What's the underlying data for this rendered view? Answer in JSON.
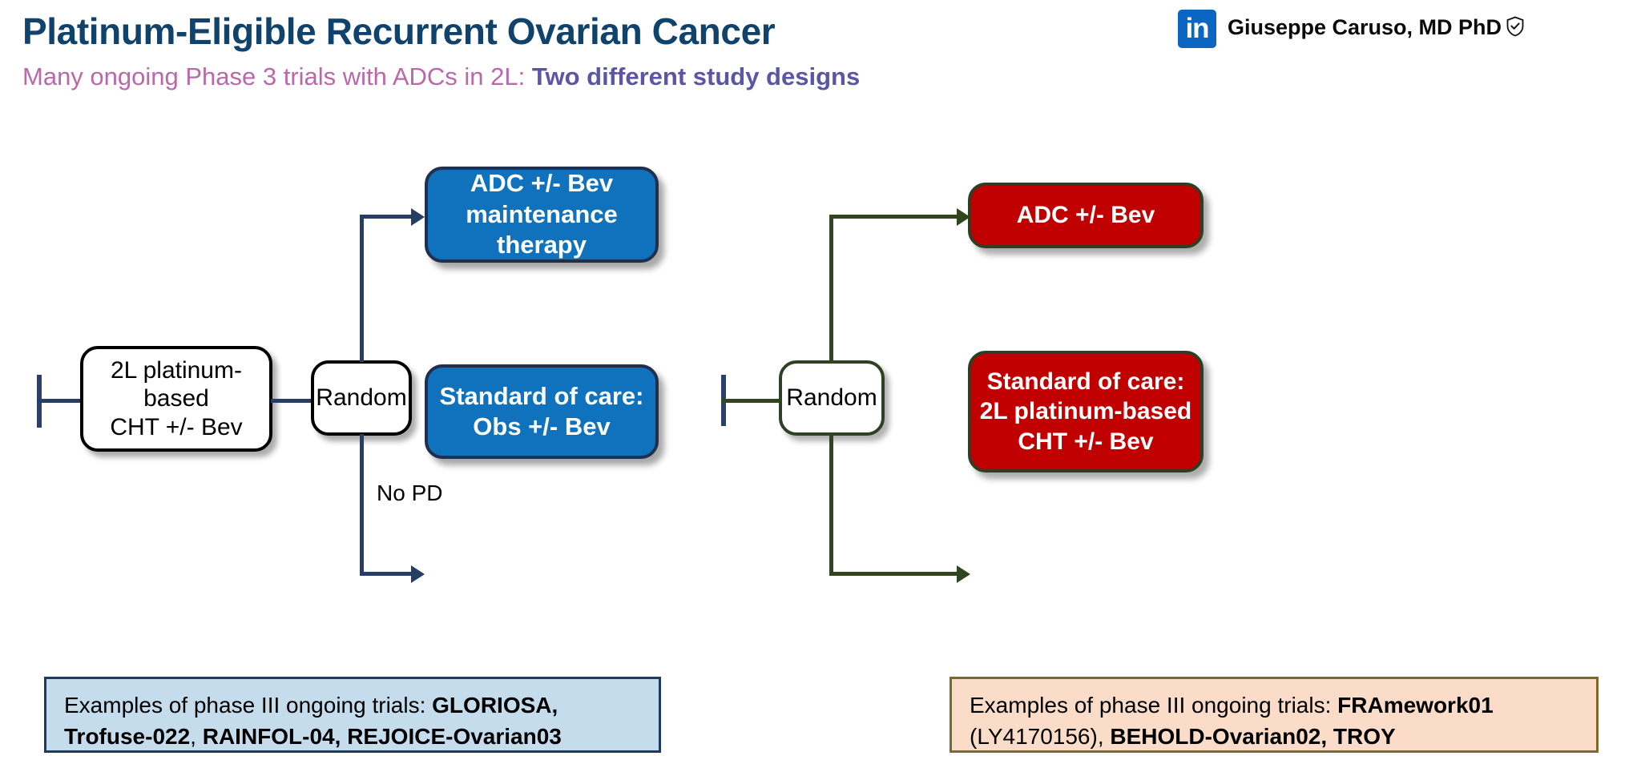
{
  "header": {
    "title": "Platinum-Eligible Recurrent Ovarian Cancer",
    "subtitle_normal": "Many ongoing Phase 3 trials with ADCs in 2L: ",
    "subtitle_bold": "Two different study designs",
    "title_color": "#10436b",
    "subtitle_normal_color": "#b968a8",
    "subtitle_bold_color": "#5b55a6"
  },
  "author": {
    "logo_text": "in",
    "logo_color": "#0a66c2",
    "name": "Giuseppe Caruso, MD PhD",
    "verified_icon": "verified-shield-check-icon"
  },
  "left_design": {
    "start_node": {
      "line1": "2L platinum-based",
      "line2": "CHT +/- Bev"
    },
    "random_node": "Random",
    "edge_label": "No PD",
    "arm_top": {
      "line1": "ADC +/- Bev",
      "line2": "maintenance therapy",
      "color": "#1072bd"
    },
    "arm_bottom": {
      "line1": "Standard of care:",
      "line2": "Obs +/- Bev",
      "color": "#1072bd"
    },
    "connector_color": "#263e66",
    "caption": {
      "lead": "Examples of phase III ongoing trials: ",
      "trials": "GLORIOSA, Trofuse-022, RAINFOL-04, REJOICE-Ovarian03",
      "bg_color": "#c5dcec",
      "border_color": "#1f3864",
      "line1_lead": "Examples of phase III ongoing trials: ",
      "line1_bold": "GLORIOSA, Trofuse-022",
      "line1_tail": ",",
      "line2_bold": "RAINFOL-04, REJOICE-Ovarian03"
    }
  },
  "right_design": {
    "random_node": "Random",
    "arm_top": {
      "line1": "ADC +/- Bev",
      "color": "#c00000"
    },
    "arm_bottom": {
      "line1": "Standard of care:",
      "line2": "2L platinum-based",
      "line3": "CHT +/- Bev",
      "color": "#c00000"
    },
    "connector_color": "#31461f",
    "caption": {
      "bg_color": "#fadcc8",
      "border_color": "#7a6a30",
      "line1_lead": "Examples of phase III ongoing trials: ",
      "line1_bold": "FRAmework01",
      "line2_lead": "(LY4170156), ",
      "line2_bold": "BEHOLD-Ovarian02, TROY"
    }
  }
}
